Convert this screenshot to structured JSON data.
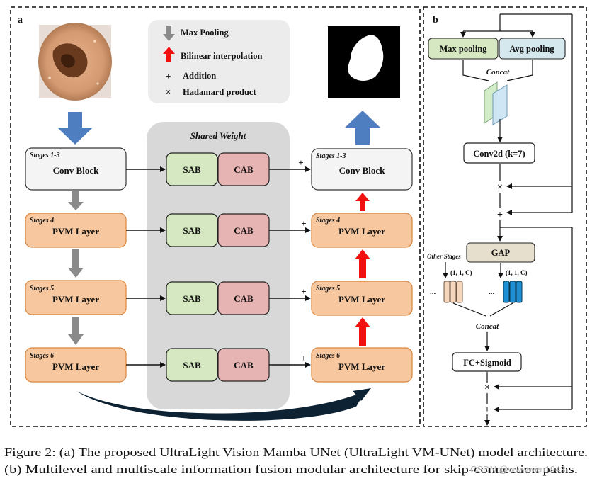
{
  "panel_a": {
    "label": "a",
    "legend": {
      "max_pooling": "Max Pooling",
      "bilinear": "Bilinear interpolation",
      "addition_sym": "+",
      "addition": "Addition",
      "hadamard_sym": "×",
      "hadamard": "Hadamard product"
    },
    "shared_weight": "Shared Weight",
    "enc_stage1_tag": "Stages 1-3",
    "enc_stage1_title": "Conv Block",
    "enc_stage4_tag": "Stages 4",
    "enc_stage5_tag": "Stages 5",
    "enc_stage6_tag": "Stages 6",
    "pvm_title": "PVM Layer",
    "sab": "SAB",
    "cab": "CAB",
    "dec_stage1_tag": "Stages 1-3",
    "dec_stage1_title": "Conv Block",
    "dec_stage4_tag": "Stages 4",
    "dec_stage5_tag": "Stages 5",
    "dec_stage6_tag": "Stages 6",
    "plus": "+"
  },
  "panel_b": {
    "label": "b",
    "max_pooling": "Max pooling",
    "avg_pooling": "Avg pooling",
    "concat": "Concat",
    "conv2d": "Conv2d (k=7)",
    "times": "×",
    "plus": "+",
    "gap": "GAP",
    "other_stages": "Other Stages",
    "shape": "(1, 1, C)",
    "dots": "...",
    "fc_sigmoid": "FC+Sigmoid"
  },
  "caption": {
    "line1": "Figure 2: (a) The proposed UltraLight Vision Mamba UNet (UltraLight VM-UNet) model architecture.",
    "line2": "(b) Multilevel and multiscale information fusion modular architecture for skip-connection paths."
  },
  "watermark": "CSDN @wwwwen1943",
  "colors": {
    "pvm_fill": "#f7c8a0",
    "pvm_stroke": "#d9843b",
    "sab_fill": "#d6e8c2",
    "cab_fill": "#e7b4b4",
    "shared_bg": "#d8d8d8",
    "legend_bg": "#ececec",
    "conv_fill": "#f4f4f4",
    "blue_arrow": "#4f7ec0",
    "red_arrow": "#f01010",
    "gray_arrow": "#8a8a8a",
    "gap_fill": "#e7dfcd"
  },
  "icons": [
    "down-arrow-icon",
    "up-arrow-icon",
    "dermoscopy-image",
    "segmentation-mask-image"
  ]
}
